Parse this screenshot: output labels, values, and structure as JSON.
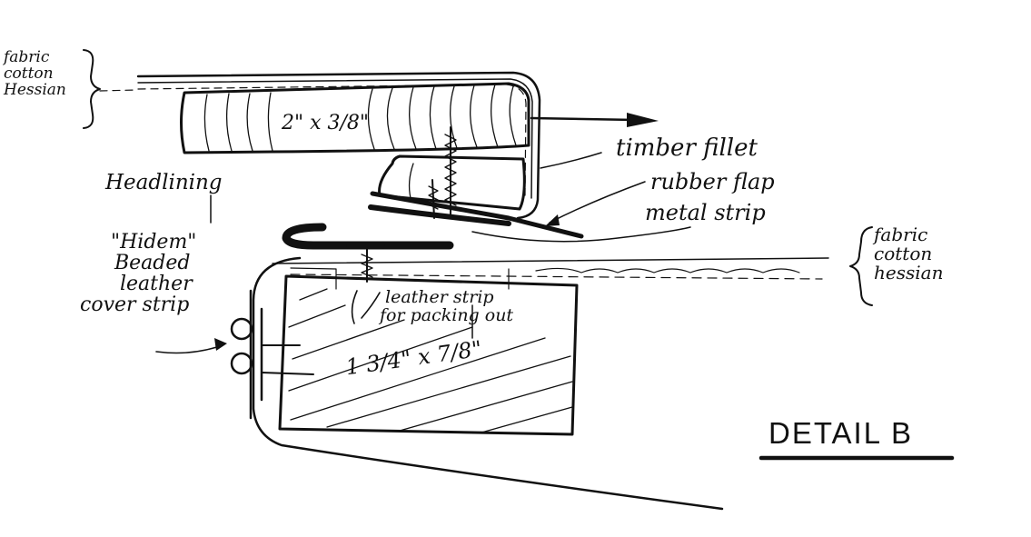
{
  "labels": {
    "upper_layers": [
      "fabric",
      "cotton",
      "Hessian"
    ],
    "top_timber_size": "2\" x 3/8\"",
    "timber_fillet": "timber fillet",
    "rubber_flap": "rubber flap",
    "metal_strip": "metal strip",
    "headlining": "Headlining",
    "hidem": "\"Hidem\"",
    "beaded": "Beaded",
    "leather": "leather",
    "cover_strip": "cover strip",
    "lower_layers": [
      "fabric",
      "cotton",
      "hessian"
    ],
    "leather_strip_1": "leather strip",
    "leather_strip_2": "for packing out",
    "lower_timber_size": "1 3/4\" x 7/8\"",
    "detail_title": "DETAIL B"
  },
  "colors": {
    "ink": "#111111",
    "paper": "#ffffff"
  }
}
